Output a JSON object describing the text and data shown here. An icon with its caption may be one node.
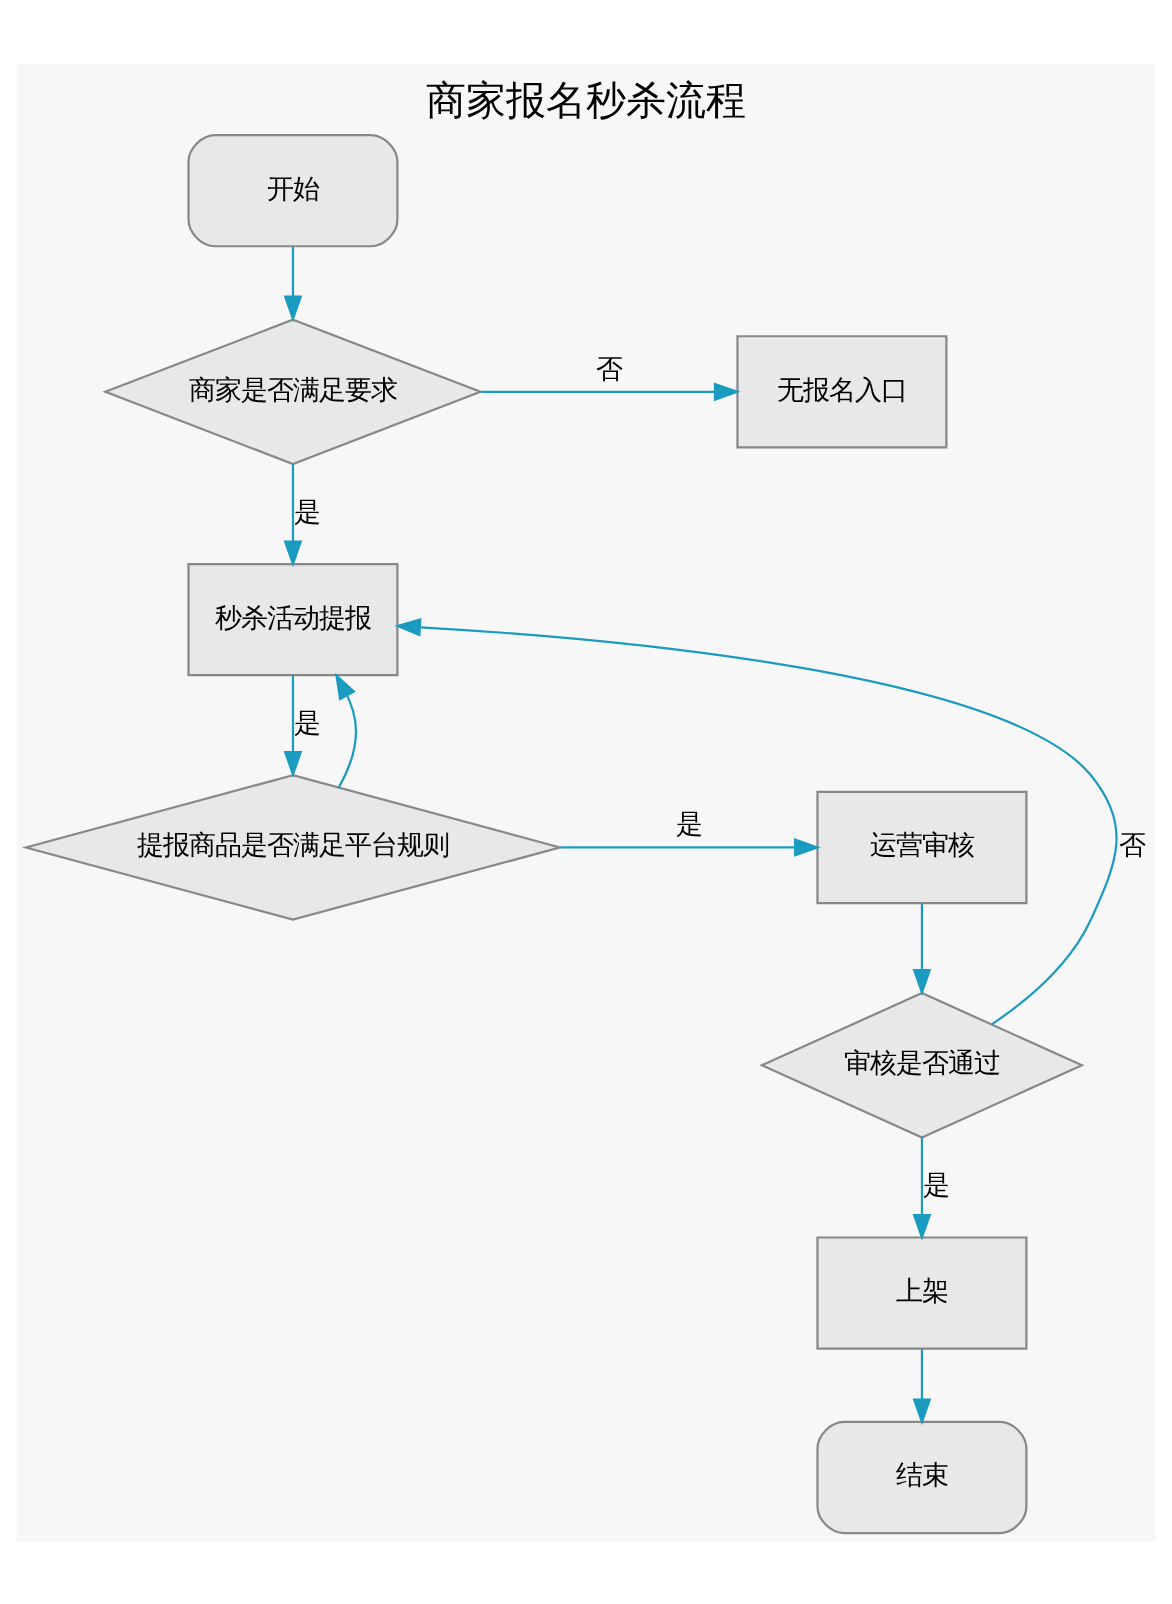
{
  "diagram": {
    "title": "商家报名秒杀流程",
    "nodes": [
      {
        "text": [
          "开始"
        ]
      },
      {
        "text": [
          "商家是否满足要求"
        ]
      },
      {
        "text": [
          "无报名入口"
        ]
      },
      {
        "text": [
          "秒杀活动提报"
        ]
      },
      {
        "text": [
          "提报商品是否满足平台规则"
        ]
      },
      {
        "text": [
          "运营审核"
        ]
      },
      {
        "text": [
          "审核是否通过"
        ]
      },
      {
        "text": [
          "上架"
        ]
      },
      {
        "text": [
          "结束"
        ]
      }
    ],
    "edges": [
      {
        "from": 0,
        "to": 1,
        "arrow": "to"
      },
      {
        "from": 1,
        "to": 2,
        "arrow": "to",
        "label": "否"
      },
      {
        "from": 1,
        "to": 3,
        "arrow": "to",
        "label": "是"
      },
      {
        "from": 3,
        "to": 4,
        "arrow": "to",
        "label": "是"
      },
      {
        "from": 4,
        "to": 5,
        "arrow": "to",
        "label": "是"
      },
      {
        "from": 4,
        "to": 3,
        "arrow": "to"
      },
      {
        "from": 5,
        "to": 6,
        "arrow": "to"
      },
      {
        "from": 6,
        "to": 3,
        "arrow": "to",
        "label": "否"
      },
      {
        "from": 6,
        "to": 7,
        "arrow": "to",
        "label": "是"
      },
      {
        "from": 7,
        "to": 8,
        "arrow": "to"
      }
    ]
  }
}
